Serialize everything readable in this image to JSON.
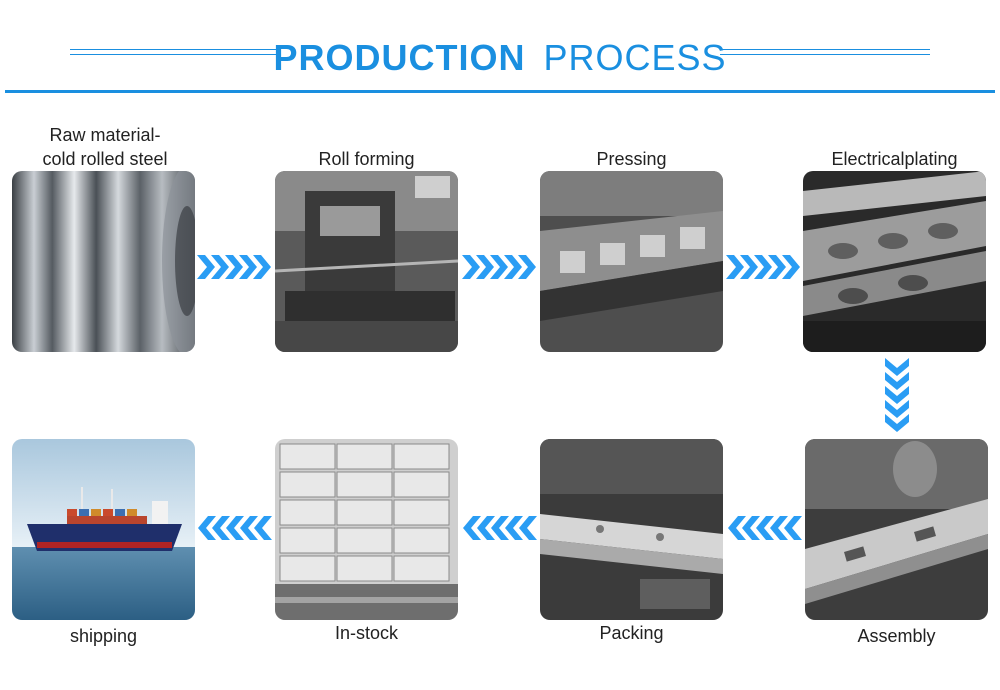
{
  "header": {
    "title_bold": "PRODUCTION",
    "title_light": "PROCESS"
  },
  "steps": [
    {
      "label": "Raw material-\ncold rolled steel",
      "image": "steel-coil"
    },
    {
      "label": "Roll forming",
      "image": "roll-forming-machine"
    },
    {
      "label": "Pressing",
      "image": "pressing-machine"
    },
    {
      "label": "Electricalplating",
      "image": "plated-rails"
    },
    {
      "label": "Assembly",
      "image": "drawer-slide-assembly"
    },
    {
      "label": "Packing",
      "image": "packed-slides"
    },
    {
      "label": "In-stock",
      "image": "stacked-boxes"
    },
    {
      "label": "shipping",
      "image": "cargo-ship"
    }
  ],
  "colors": {
    "accent": "#1a8fe0",
    "arrow": "#2a9df4",
    "text": "#222222"
  }
}
